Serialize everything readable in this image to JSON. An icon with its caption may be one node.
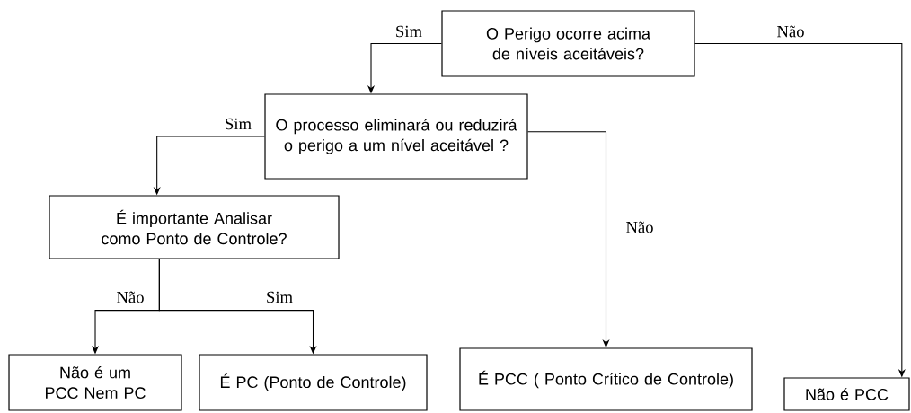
{
  "diagram": {
    "nodes": [
      {
        "text": [
          "O Perigo ocorre acima de níveis aceitáveis?"
        ]
      },
      {
        "text": [
          "O processo eliminará ou reduzirá o perigo a um nível aceitável ?"
        ]
      },
      {
        "text": [
          "É importante Analisar como Ponto de Controle?"
        ]
      },
      {
        "text": [
          "Não é um PCC Nem PC"
        ]
      },
      {
        "text": [
          "É PC (Ponto de Controle)"
        ]
      },
      {
        "text": [
          "É PCC ( Ponto Crítico de Controle)"
        ]
      },
      {
        "text": [
          "Não é PCC"
        ]
      }
    ],
    "edges": [
      {
        "from": 0,
        "to": 1,
        "arrow": "to",
        "label": "Sim"
      },
      {
        "from": 0,
        "to": 6,
        "arrow": "to",
        "label": "Não"
      },
      {
        "from": 1,
        "to": 2,
        "arrow": "to",
        "label": "Sim"
      },
      {
        "from": 1,
        "to": 5,
        "arrow": "to",
        "label": "Não"
      },
      {
        "from": 2,
        "to": 3,
        "arrow": "to",
        "label": "Não"
      },
      {
        "from": 2,
        "to": 4,
        "arrow": "to",
        "label": "Sim"
      }
    ]
  }
}
